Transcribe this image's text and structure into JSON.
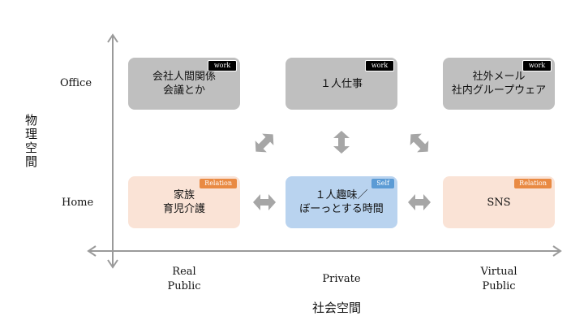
{
  "y_axis_title": "物理空間",
  "x_axis_title": "社会空間",
  "row_labels": {
    "office": "Office",
    "home": "Home"
  },
  "col_labels": {
    "real": "Real\nPublic",
    "private": "Private",
    "virtual": "Virtual\nPublic"
  },
  "boxes": {
    "office_real": {
      "text": "会社人間関係\n会議とか",
      "tag": "work"
    },
    "office_private": {
      "text": "１人仕事",
      "tag": "work"
    },
    "office_virtual": {
      "text": "社外メール\n社内グループウェア",
      "tag": "work"
    },
    "home_real": {
      "text": "家族\n育児介護",
      "tag": "Relation"
    },
    "home_private": {
      "text": "１人趣味／\nぼーっとする時間",
      "tag": "Self"
    },
    "home_virtual": {
      "text": "SNS",
      "tag": "Relation"
    }
  },
  "colors": {
    "work_box": "#bfbfbf",
    "relation_box": "#fae3d6",
    "self_box": "#b9d3ef",
    "relation_tag": "#e98a43",
    "self_tag": "#5b9bd5",
    "axis": "#9a9a9a",
    "arrow": "#a6a6a6"
  }
}
